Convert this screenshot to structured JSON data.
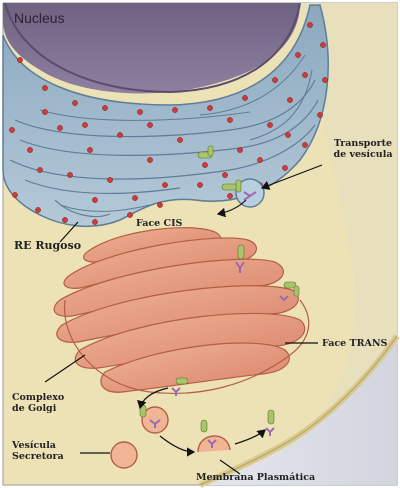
{
  "labels": {
    "nucleus": "Nucleus",
    "vesicle_transport": "Transporte de vesícula",
    "cis_face": "Face CIS",
    "rough_er": "RE Rugoso",
    "trans_face": "Face TRANS",
    "golgi_complex": "Complexo de Golgi",
    "secretory_vesicle": "Vesícula Secretora",
    "plasma_membrane": "Membrana Plasmática"
  },
  "colors": {
    "nucleus": "#7d6e8c",
    "rough_er": "#9bb5c8",
    "ribosome": "#d23a3a",
    "cytoplasm": "#ede3b8",
    "golgi": "#e9a07f",
    "protein": "#a9c46a",
    "cargo": "#9b6bb0"
  }
}
